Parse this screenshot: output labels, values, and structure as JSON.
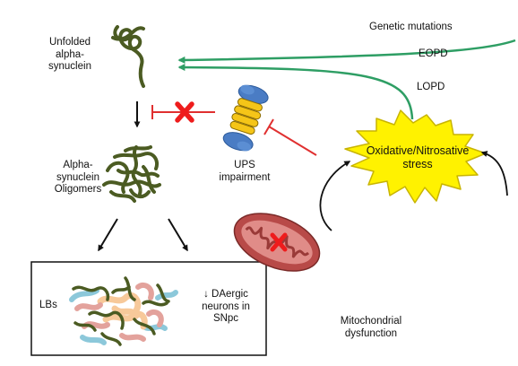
{
  "labels": {
    "unfolded_1": "Unfolded",
    "unfolded_2": "alpha-",
    "unfolded_3": "synuclein",
    "oligo_1": "Alpha-",
    "oligo_2": "synuclein",
    "oligo_3": "Oligomers",
    "ups_1": "UPS",
    "ups_2": "impairment",
    "genetic": "Genetic mutations",
    "eopd": "EOPD",
    "lopd": "LOPD",
    "stress_1": "Oxidative/Nitrosative",
    "stress_2": "stress",
    "lbs": "LBs",
    "neurons_1": "↓ DAergic",
    "neurons_2": "neurons in",
    "neurons_3": "SNpc",
    "mito_1": "Mitochondrial",
    "mito_2": "dysfunction"
  },
  "colors": {
    "protein": "#4b5b22",
    "genetic_arrow": "#2e9e64",
    "inhibit": "#e03030",
    "x_mark": "#ee1c1c",
    "proteasome_cap": "#4a7cc4",
    "proteasome_core": "#f5c518",
    "burst_fill": "#fff200",
    "burst_stroke": "#c8b400",
    "mito_outer": "#b84a48",
    "mito_inner": "#e08c88",
    "lb_pink": "#e3a29c",
    "lb_peach": "#f7c99a",
    "lb_blue": "#8cc8da"
  },
  "icons": [
    "unfolded-alpha-synuclein-icon",
    "oligomers-icon",
    "proteasome-icon",
    "mitochondrion-icon",
    "lewy-body-icon",
    "oxidative-stress-burst-icon",
    "x-mark-icon"
  ]
}
